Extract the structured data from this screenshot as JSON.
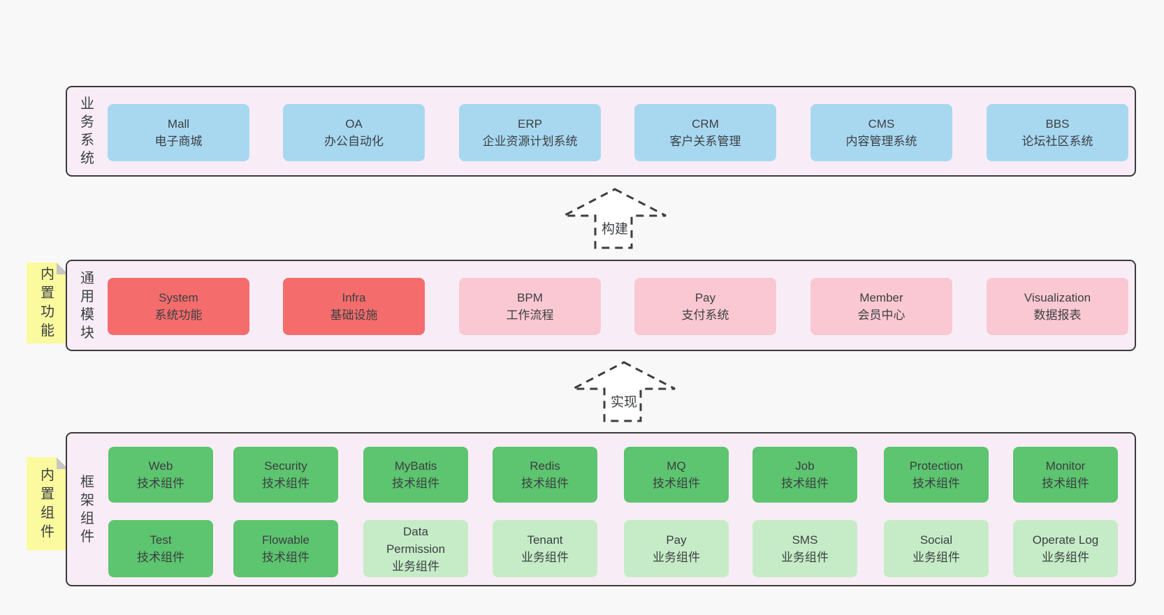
{
  "diagram_title": "architecture-layers-diagram",
  "colors": {
    "background": "#F8F8F8",
    "layer_fill": "#F8EDF6",
    "layer_border": "#3A3A3A",
    "blue_box": "#A8D8F0",
    "red_box": "#F56C6C",
    "pink_box": "#FAC8D2",
    "green_dark_box": "#5DC46F",
    "green_light_box": "#C6ECC7",
    "sticky_note": "#FBFA9E",
    "text": "#3B3F42"
  },
  "layers": [
    {
      "label": "业务系统",
      "boxes": [
        {
          "title": "Mall",
          "subtitle": "电子商城"
        },
        {
          "title": "OA",
          "subtitle": "办公自动化"
        },
        {
          "title": "ERP",
          "subtitle": "企业资源计划系统"
        },
        {
          "title": "CRM",
          "subtitle": "客户关系管理"
        },
        {
          "title": "CMS",
          "subtitle": "内容管理系统"
        },
        {
          "title": "BBS",
          "subtitle": "论坛社区系统"
        }
      ]
    },
    {
      "label": "通用模块",
      "sticky": "内置功能",
      "boxes": [
        {
          "title": "System",
          "subtitle": "系统功能"
        },
        {
          "title": "Infra",
          "subtitle": "基础设施"
        },
        {
          "title": "BPM",
          "subtitle": "工作流程"
        },
        {
          "title": "Pay",
          "subtitle": "支付系统"
        },
        {
          "title": "Member",
          "subtitle": "会员中心"
        },
        {
          "title": "Visualization",
          "subtitle": "数据报表"
        }
      ]
    },
    {
      "label": "框架组件",
      "sticky": "内置组件",
      "rows": [
        [
          {
            "title": "Web",
            "subtitle": "技术组件"
          },
          {
            "title": "Security",
            "subtitle": "技术组件"
          },
          {
            "title": "MyBatis",
            "subtitle": "技术组件"
          },
          {
            "title": "Redis",
            "subtitle": "技术组件"
          },
          {
            "title": "MQ",
            "subtitle": "技术组件"
          },
          {
            "title": "Job",
            "subtitle": "技术组件"
          },
          {
            "title": "Protection",
            "subtitle": "技术组件"
          },
          {
            "title": "Monitor",
            "subtitle": "技术组件"
          }
        ],
        [
          {
            "title": "Test",
            "subtitle": "技术组件"
          },
          {
            "title": "Flowable",
            "subtitle": "技术组件"
          },
          {
            "title": "Data\nPermission",
            "subtitle": "业务组件"
          },
          {
            "title": "Tenant",
            "subtitle": "业务组件"
          },
          {
            "title": "Pay",
            "subtitle": "业务组件"
          },
          {
            "title": "SMS",
            "subtitle": "业务组件"
          },
          {
            "title": "Social",
            "subtitle": "业务组件"
          },
          {
            "title": "Operate Log",
            "subtitle": "业务组件"
          }
        ]
      ]
    }
  ],
  "arrows": [
    {
      "label": "构建"
    },
    {
      "label": "实现"
    }
  ]
}
